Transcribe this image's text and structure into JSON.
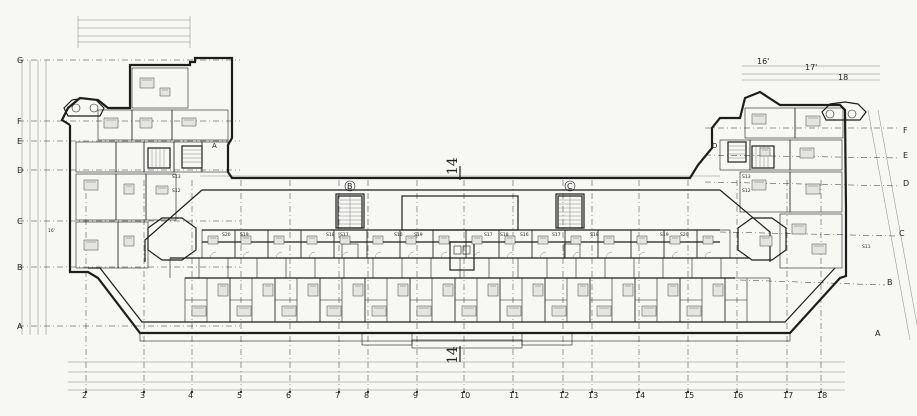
{
  "row_axes_left": [
    "G",
    "F",
    "E",
    "D",
    "C",
    "B",
    "A"
  ],
  "row_axes_right": [
    "F",
    "E",
    "D",
    "C",
    "B",
    "A"
  ],
  "column_axes_bottom": [
    "2",
    "3",
    "4",
    "5",
    "6",
    "7",
    "8",
    "9",
    "10",
    "11",
    "12",
    "13",
    "14",
    "15",
    "16",
    "17",
    "18"
  ],
  "column_axes_top_right": [
    "16'",
    "17'",
    "18"
  ],
  "section_marks": [
    "14",
    "14"
  ],
  "stair_labels": [
    "B",
    "C"
  ],
  "dimension_note": "16'",
  "room_codes": [
    "S13",
    "S12",
    "S20",
    "S19",
    "S17",
    "S18",
    "S16",
    "S19",
    "S17",
    "S18",
    "S16",
    "S17",
    "S18",
    "S19",
    "S20",
    "S12",
    "S13",
    "S11"
  ]
}
